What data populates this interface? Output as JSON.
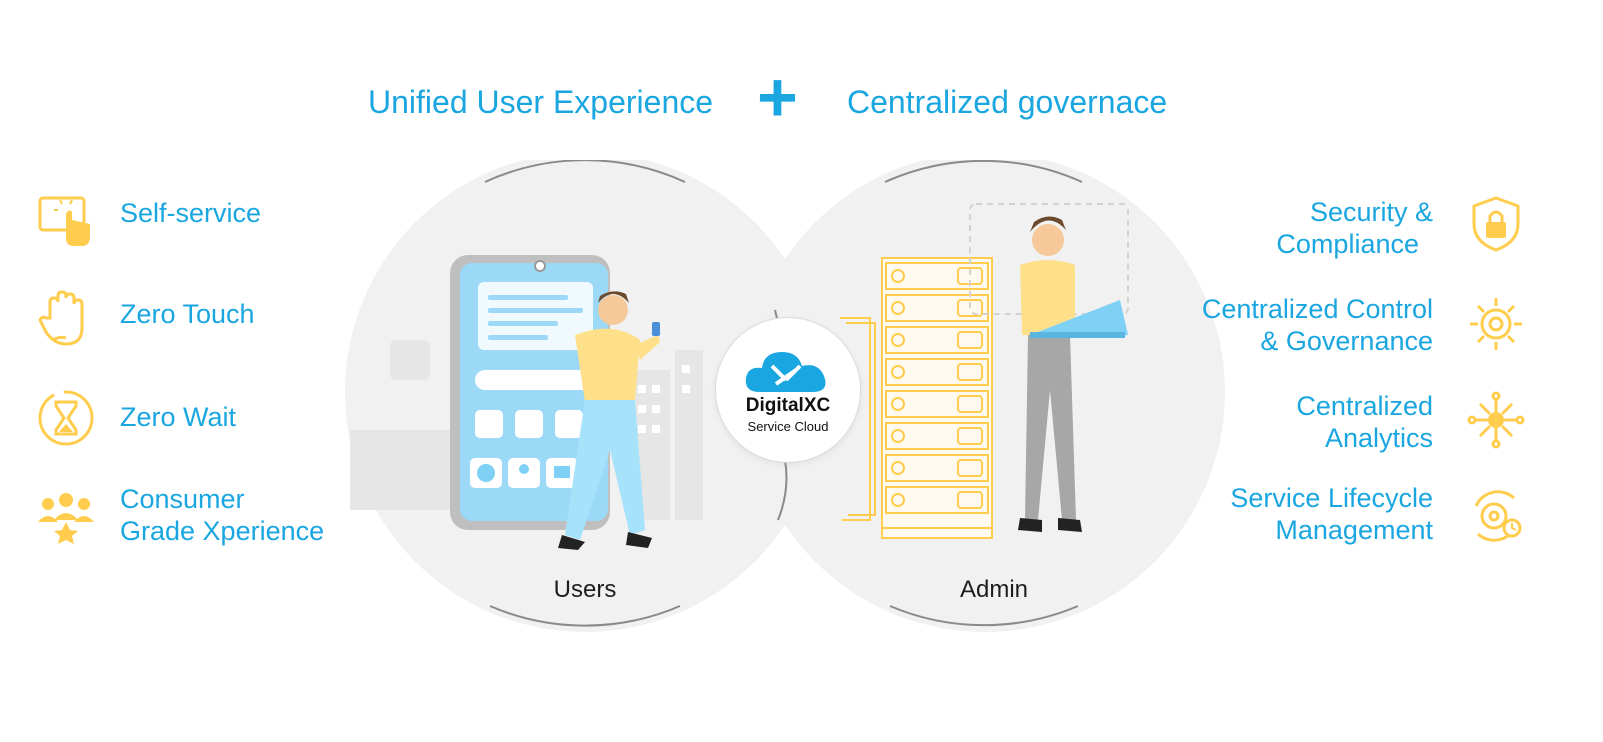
{
  "headlines": {
    "left": "Unified User Experience",
    "plus": "+",
    "right": "Centralized governace"
  },
  "left_features": [
    {
      "icon": "touch-screen-icon",
      "lines": [
        "Self-service"
      ]
    },
    {
      "icon": "raised-hand-icon",
      "lines": [
        "Zero Touch"
      ]
    },
    {
      "icon": "hourglass-icon",
      "lines": [
        "Zero Wait"
      ]
    },
    {
      "icon": "user-group-star-icon",
      "lines": [
        "Consumer",
        "Grade Xperience"
      ]
    }
  ],
  "right_features": [
    {
      "icon": "shield-lock-icon",
      "lines": [
        "Security &",
        "Compliance"
      ]
    },
    {
      "icon": "gear-control-icon",
      "lines": [
        "Centralized Control",
        "& Governance"
      ]
    },
    {
      "icon": "network-hub-icon",
      "lines": [
        "Centralized",
        "Analytics"
      ]
    },
    {
      "icon": "gear-cycle-clock-icon",
      "lines": [
        "Service Lifecycle",
        "Management"
      ]
    }
  ],
  "captions": {
    "users": "Users",
    "admin": "Admin"
  },
  "logo": {
    "name": "DigitalXC",
    "sub": "Service Cloud"
  },
  "colors": {
    "accent_blue": "#1aa6e0",
    "icon_yellow": "#ffcc4d",
    "phone_blue": "#7fd0f5"
  }
}
